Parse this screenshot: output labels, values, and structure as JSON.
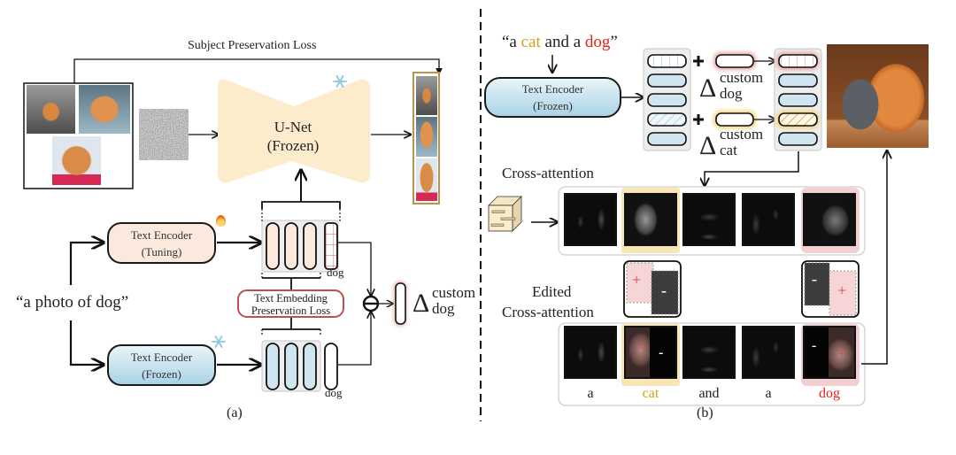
{
  "panel_a": {
    "label": "(a)",
    "subject_loss_label": "Subject Preservation Loss",
    "unet": {
      "title": "U-Net",
      "subtitle": "(Frozen)"
    },
    "prompt": "“a photo of dog”",
    "encoder_tuning": {
      "title": "Text Encoder",
      "subtitle": "(Tuning)",
      "badge": "flame-icon"
    },
    "encoder_frozen": {
      "title": "Text Encoder",
      "subtitle": "(Frozen)",
      "badge": "snowflake-icon"
    },
    "token_label_top": "dog",
    "token_label_bottom": "dog",
    "embedding_loss": {
      "line1": "Text Embedding",
      "line2": "Preservation Loss"
    },
    "delta": {
      "symbol": "Δ",
      "sup": "custom",
      "sub": "dog"
    },
    "minus_op": "subtract-icon"
  },
  "panel_b": {
    "label": "(b)",
    "prompt_parts": [
      {
        "text": "“a ",
        "color": "#222222"
      },
      {
        "text": "cat",
        "color": "#d4a017"
      },
      {
        "text": " and a ",
        "color": "#222222"
      },
      {
        "text": "dog",
        "color": "#e8231c"
      },
      {
        "text": "”",
        "color": "#222222"
      }
    ],
    "encoder": {
      "title": "Text Encoder",
      "subtitle": "(Frozen)"
    },
    "plus": "+",
    "delta_dog": {
      "symbol": "Δ",
      "sup": "custom",
      "sub": "dog"
    },
    "delta_cat": {
      "symbol": "Δ",
      "sup": "custom",
      "sub": "cat"
    },
    "cross_attention_label": "Cross-attention",
    "edited_label_line1": "Edited",
    "edited_label_line2": "Cross-attention",
    "tokens": [
      "a",
      "cat",
      "and",
      "a",
      "dog"
    ],
    "token_colors": [
      "#222222",
      "#d4a017",
      "#222222",
      "#222222",
      "#e8231c"
    ],
    "edit_cat": {
      "plus": "+",
      "minus": "-"
    },
    "edit_dog": {
      "plus": "+",
      "minus": "-"
    }
  },
  "colors": {
    "cat_highlight": "#f3d27a",
    "dog_highlight": "#e9a9a9",
    "frozen_blue": "#cfe6f0",
    "tuning_peach": "#fbe9dd",
    "unet_fill": "#fdeccc",
    "loss_border": "#c0504d"
  }
}
